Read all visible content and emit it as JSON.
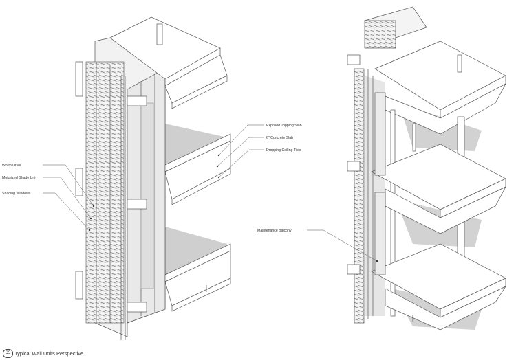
{
  "callouts": {
    "worm_drive": "Worm Drive",
    "motorized_shade_unit": "Motorized Shade Unit",
    "shading_windows": "Shading Windows",
    "exposed_topping_slab": "Exposed Topping Slab",
    "concrete_slab": "6\" Concrete Slab",
    "dropping_ceiling_tiles": "Dropping Ceiling Tiles",
    "maintenance_balcony": "Maintenance Balcony"
  },
  "caption": {
    "badge": "D5",
    "title": "Typical Wall Units Perspective"
  },
  "colors": {
    "line": "#555555",
    "shadow": "#c8c8c8",
    "glass": "#ececec",
    "slab_face": "#ffffff"
  }
}
